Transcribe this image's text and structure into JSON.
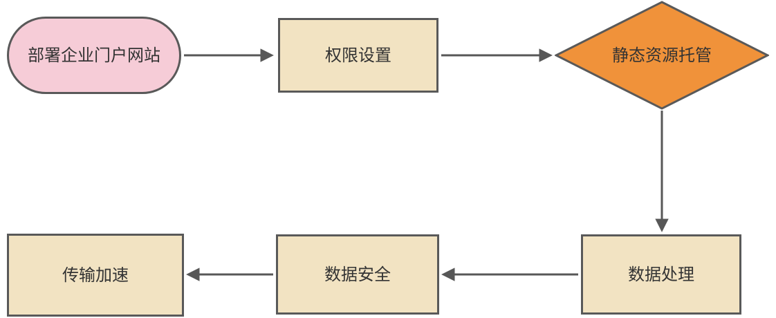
{
  "nodes": {
    "start": {
      "label": "部署企业门户网站",
      "shape": "stadium"
    },
    "permission": {
      "label": "权限设置",
      "shape": "rect"
    },
    "static_hosting": {
      "label": "静态资源托管",
      "shape": "diamond"
    },
    "data_processing": {
      "label": "数据处理",
      "shape": "rect"
    },
    "data_security": {
      "label": "数据安全",
      "shape": "rect"
    },
    "transfer_acceleration": {
      "label": "传输加速",
      "shape": "rect"
    }
  },
  "edges": [
    {
      "from": "start",
      "to": "permission"
    },
    {
      "from": "permission",
      "to": "static_hosting"
    },
    {
      "from": "static_hosting",
      "to": "data_processing"
    },
    {
      "from": "data_processing",
      "to": "data_security"
    },
    {
      "from": "data_security",
      "to": "transfer_acceleration"
    }
  ],
  "colors": {
    "stadium_fill": "#f6ccd7",
    "rect_fill": "#f2e3c2",
    "diamond_fill": "#f0923a",
    "border": "#595959",
    "arrow": "#575757",
    "text": "#333333",
    "background": "#ffffff"
  }
}
